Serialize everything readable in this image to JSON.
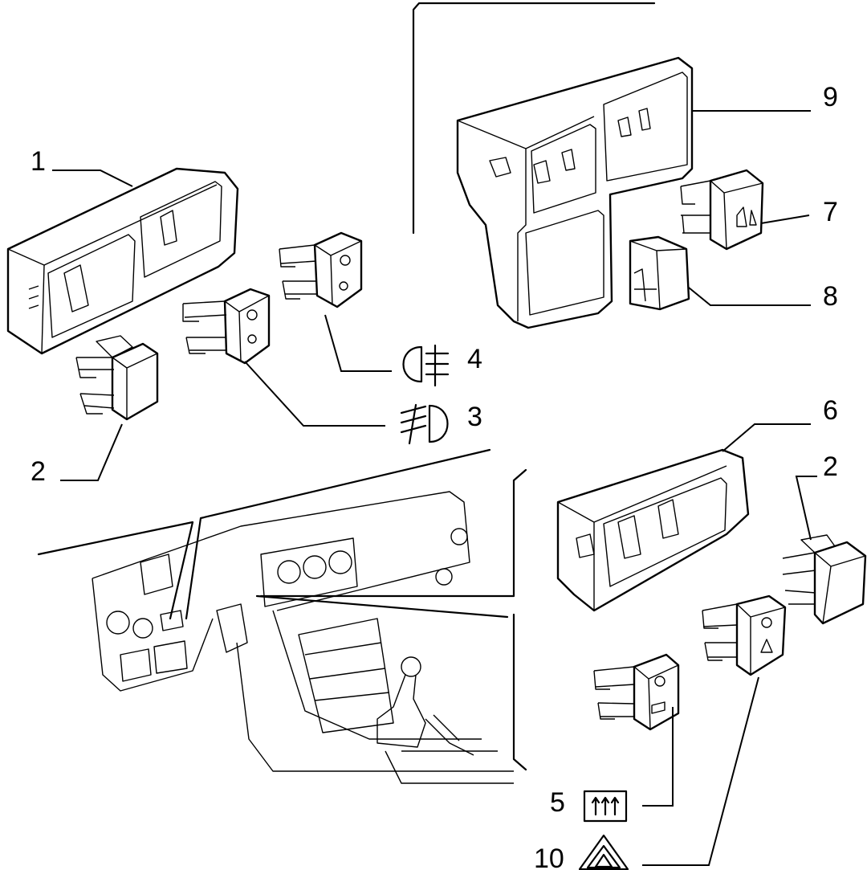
{
  "callouts": {
    "c1": "1",
    "c2a": "2",
    "c2b": "2",
    "c3": "3",
    "c4": "4",
    "c5": "5",
    "c6": "6",
    "c7": "7",
    "c8": "8",
    "c9": "9",
    "c10": "10"
  },
  "symbols": {
    "s3": "front-fog-light-icon",
    "s4": "rear-fog-light-icon",
    "s5": "rear-window-defrost-icon",
    "s10": "hazard-warning-icon"
  },
  "colors": {
    "ink": "#000000",
    "paper": "#ffffff"
  }
}
